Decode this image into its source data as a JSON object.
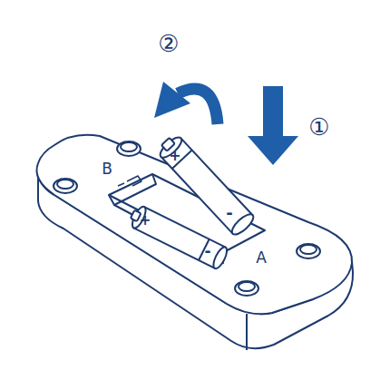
{
  "diagram": {
    "labels": [
      "②",
      "①",
      "B",
      "A",
      "+",
      "-",
      "+",
      "-"
    ]
  }
}
